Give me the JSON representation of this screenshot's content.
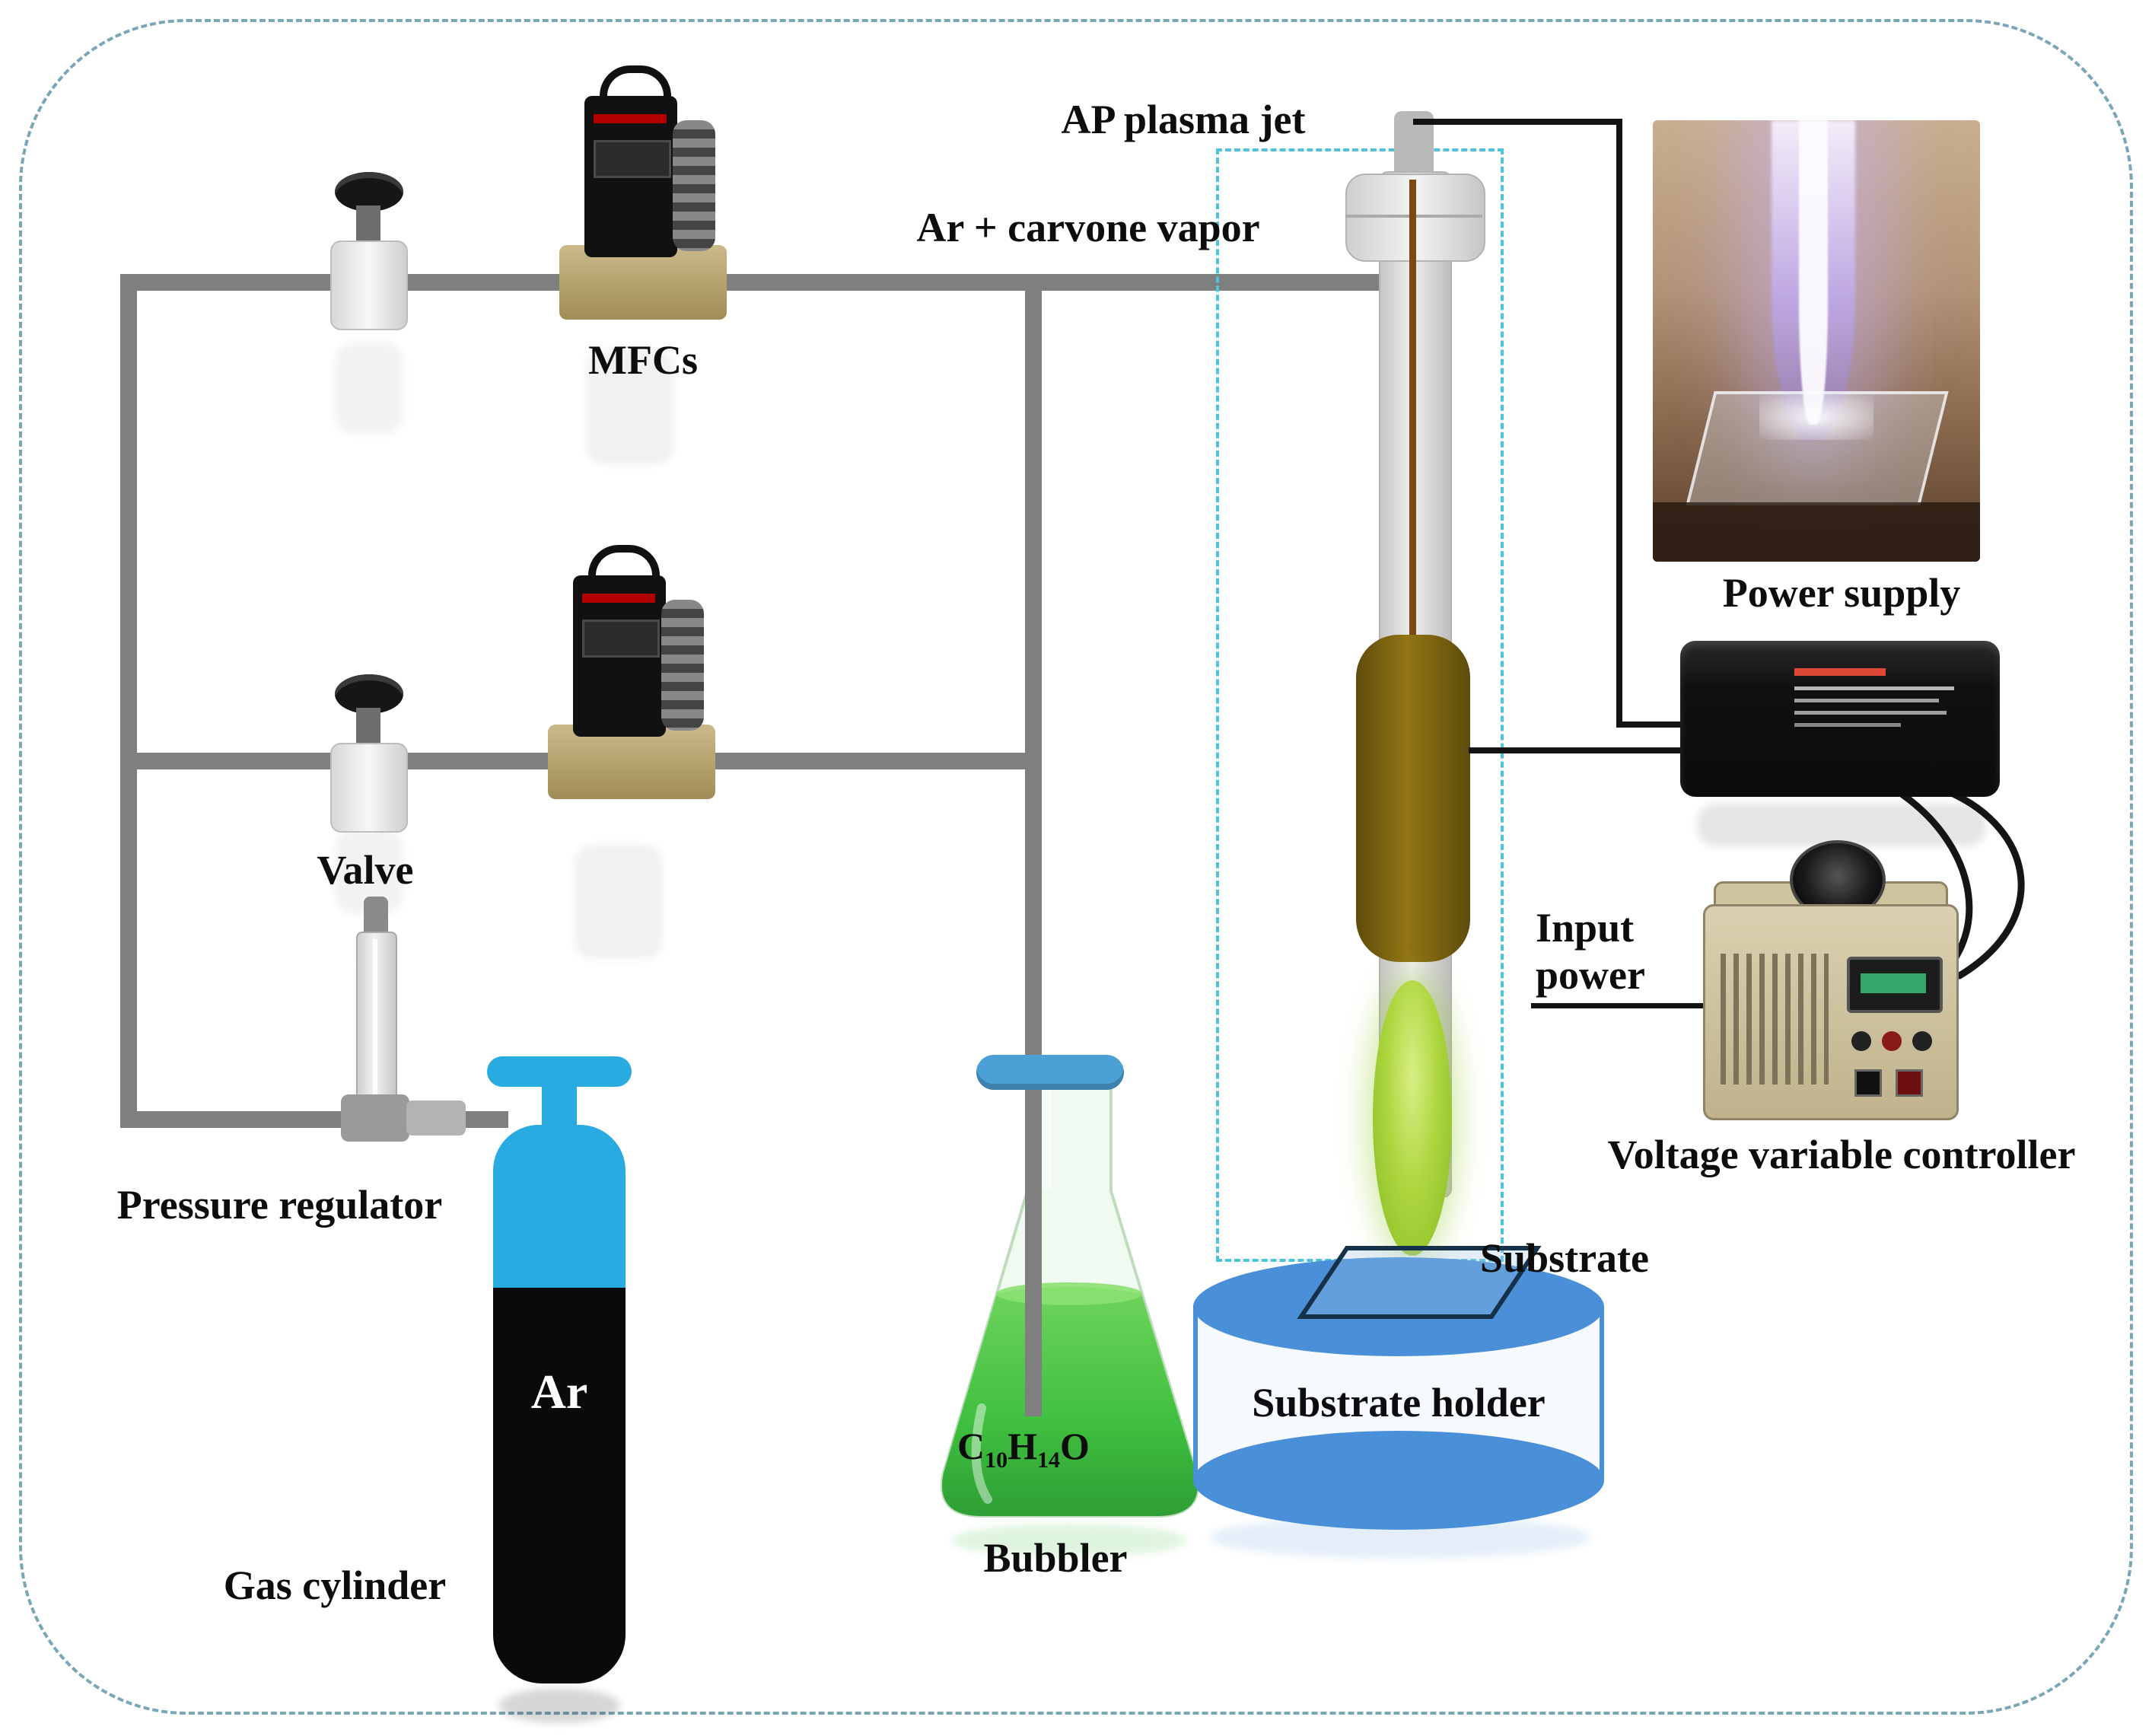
{
  "diagram": {
    "labels": {
      "ap_plasma_jet": "AP plasma jet",
      "ar_carvone_vapor": "Ar + carvone vapor",
      "mfcs": "MFCs",
      "valve": "Valve",
      "pressure_regulator": "Pressure regulator",
      "gas_cylinder": "Gas cylinder",
      "cylinder_gas": "Ar",
      "bubbler": "Bubbler",
      "substrate": "Substrate",
      "substrate_holder": "Substrate holder",
      "power_supply": "Power supply",
      "input_power_line1": "Input",
      "input_power_line2": "power",
      "voltage_controller": "Voltage variable controller"
    },
    "formula": {
      "e1": "C",
      "s1": "10",
      "e2": "H",
      "s2": "14",
      "e3": "O"
    },
    "colors": {
      "pipe_gray": "#7f7f7f",
      "cylinder_blue": "#29abe2",
      "cylinder_body": "#0a0a0a",
      "liquid_green": "#3fbf3f",
      "plasma_green": "#9acd32",
      "electrode_brown": "#7a6210",
      "holder_blue": "#4a90d9",
      "stopper_blue": "#4a9fd4",
      "dashed_box_cyan": "#4fc3dc",
      "frame_dash": "#7aa7b8"
    }
  }
}
